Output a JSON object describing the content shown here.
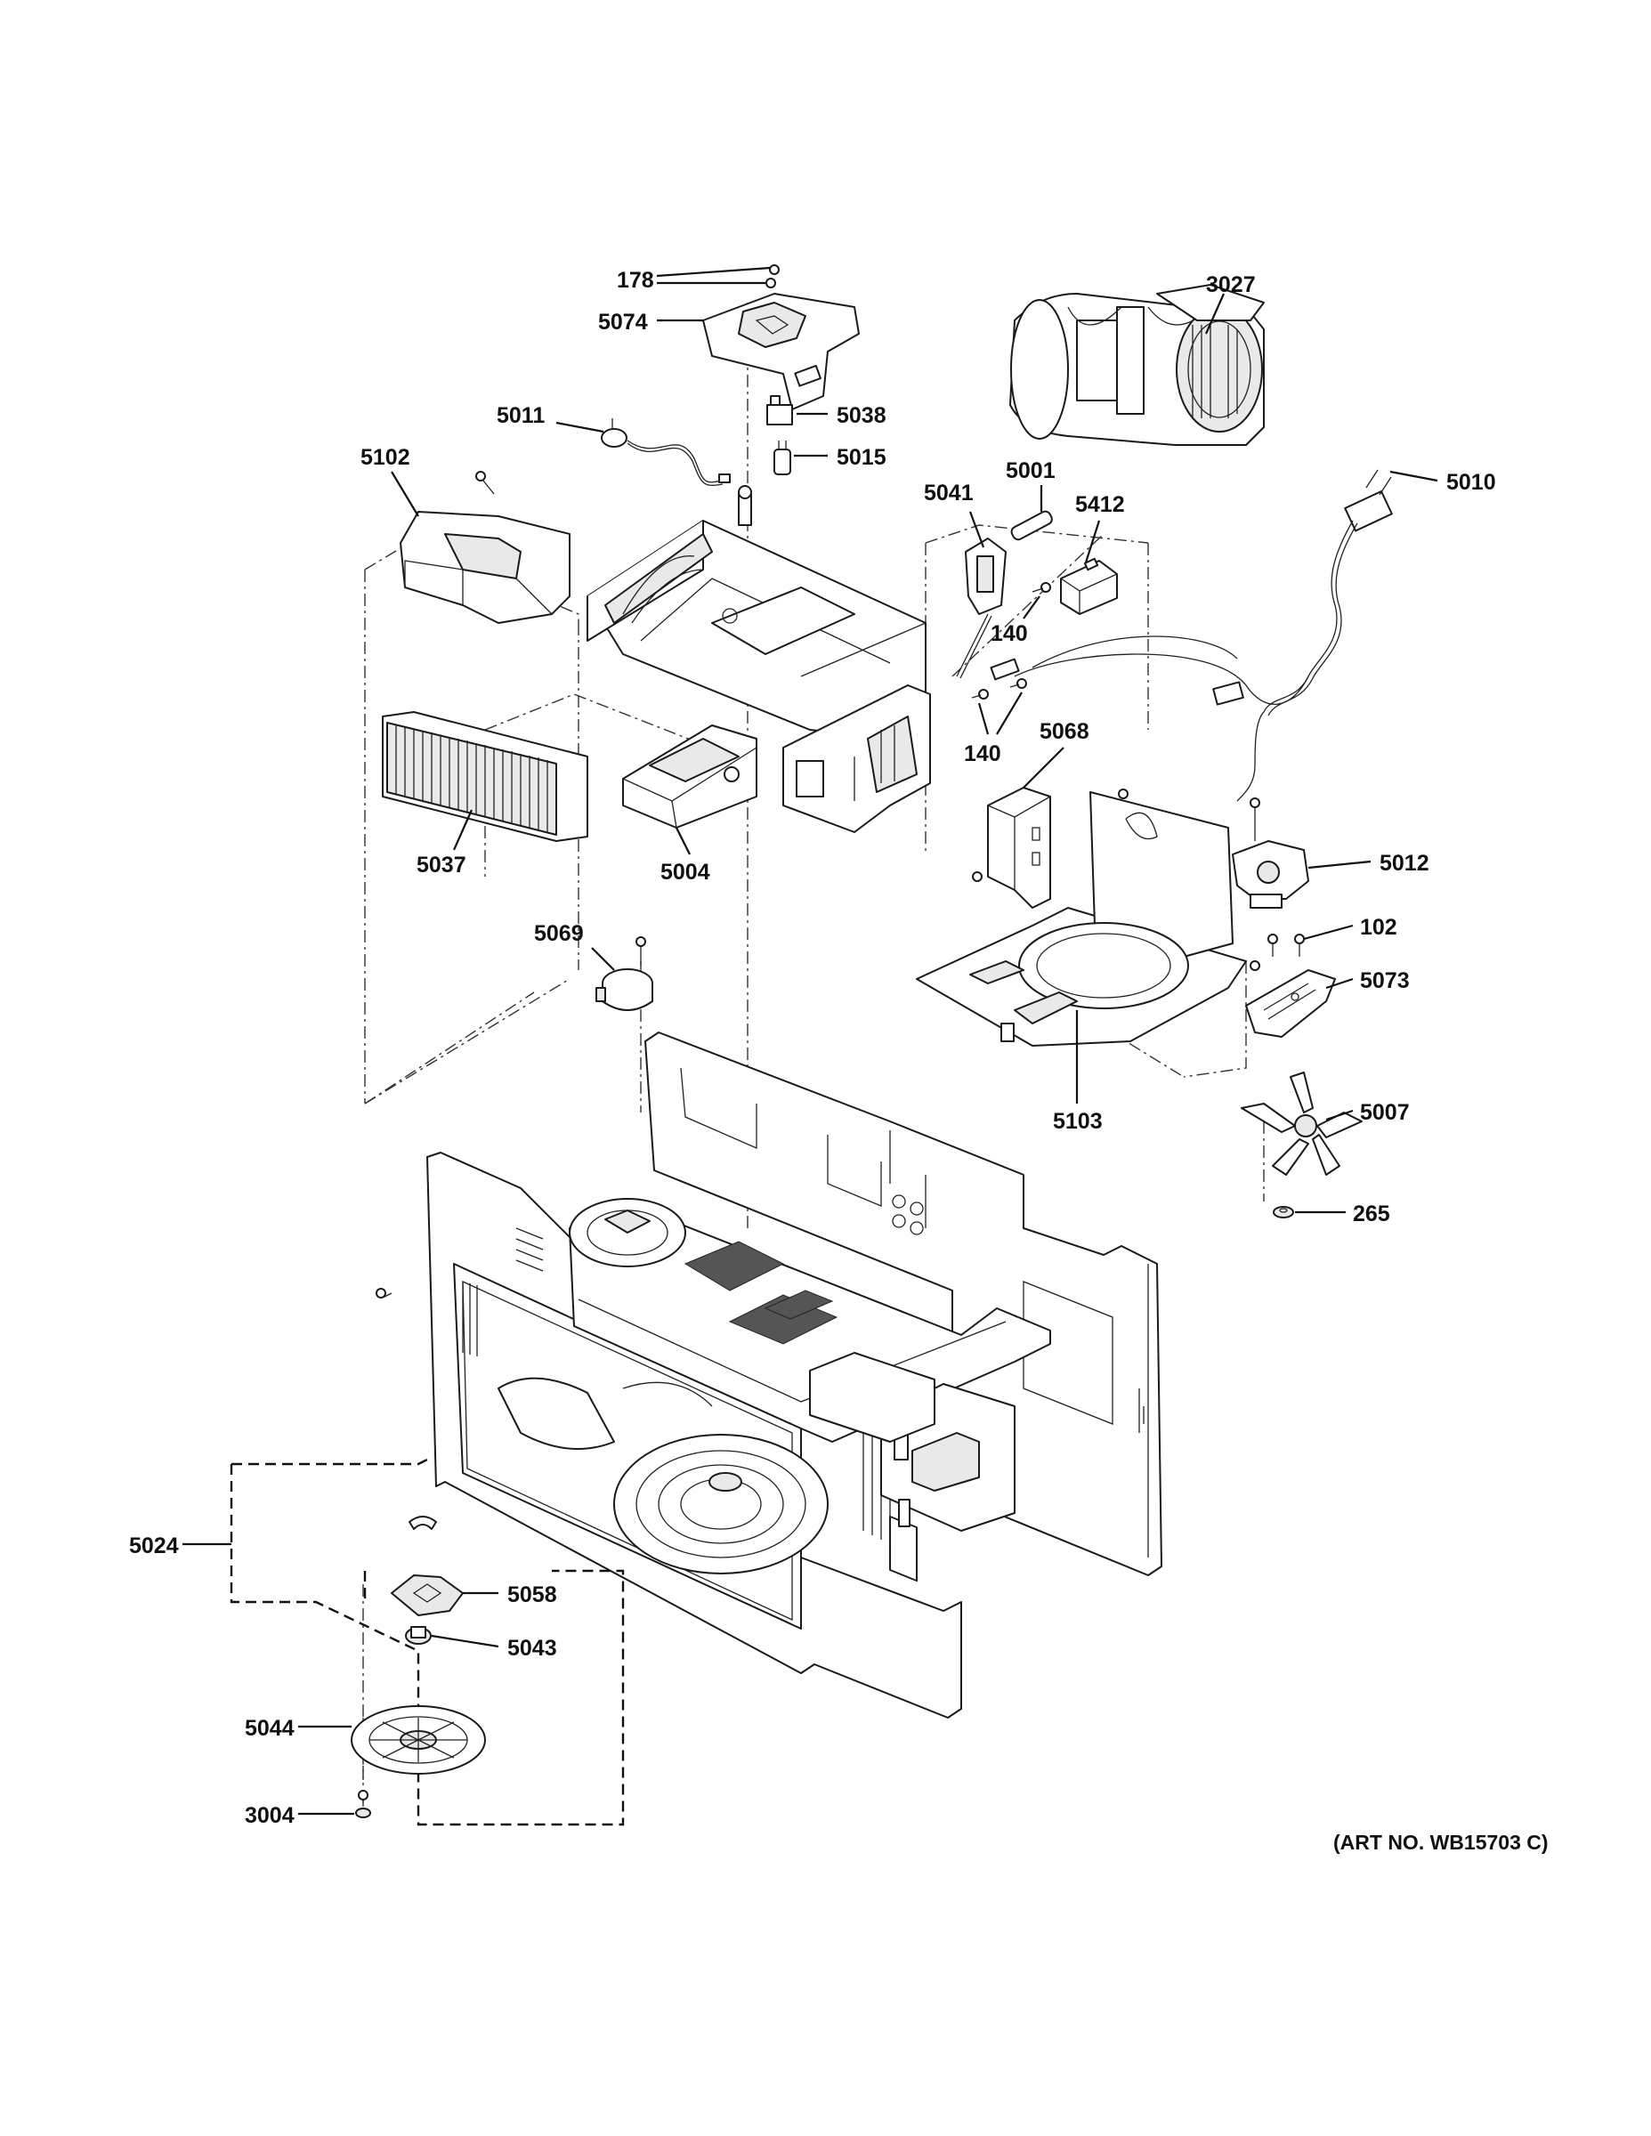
{
  "diagram": {
    "art_number": "(ART NO. WB15703 C)",
    "callouts": [
      {
        "id": "c178",
        "label": "178"
      },
      {
        "id": "c5074",
        "label": "5074"
      },
      {
        "id": "c3027",
        "label": "3027"
      },
      {
        "id": "c5038",
        "label": "5038"
      },
      {
        "id": "c5011",
        "label": "5011"
      },
      {
        "id": "c5015",
        "label": "5015"
      },
      {
        "id": "c5102",
        "label": "5102"
      },
      {
        "id": "c5041",
        "label": "5041"
      },
      {
        "id": "c5001",
        "label": "5001"
      },
      {
        "id": "c5412",
        "label": "5412"
      },
      {
        "id": "c5010",
        "label": "5010"
      },
      {
        "id": "c140a",
        "label": "140"
      },
      {
        "id": "c140b",
        "label": "140"
      },
      {
        "id": "c5068",
        "label": "5068"
      },
      {
        "id": "c5037",
        "label": "5037"
      },
      {
        "id": "c5004",
        "label": "5004"
      },
      {
        "id": "c5012",
        "label": "5012"
      },
      {
        "id": "c5069",
        "label": "5069"
      },
      {
        "id": "c102",
        "label": "102"
      },
      {
        "id": "c5073",
        "label": "5073"
      },
      {
        "id": "c5103",
        "label": "5103"
      },
      {
        "id": "c5007",
        "label": "5007"
      },
      {
        "id": "c265",
        "label": "265"
      },
      {
        "id": "c5024",
        "label": "5024"
      },
      {
        "id": "c5058",
        "label": "5058"
      },
      {
        "id": "c5043",
        "label": "5043"
      },
      {
        "id": "c5044",
        "label": "5044"
      },
      {
        "id": "c3004",
        "label": "3004"
      }
    ]
  }
}
